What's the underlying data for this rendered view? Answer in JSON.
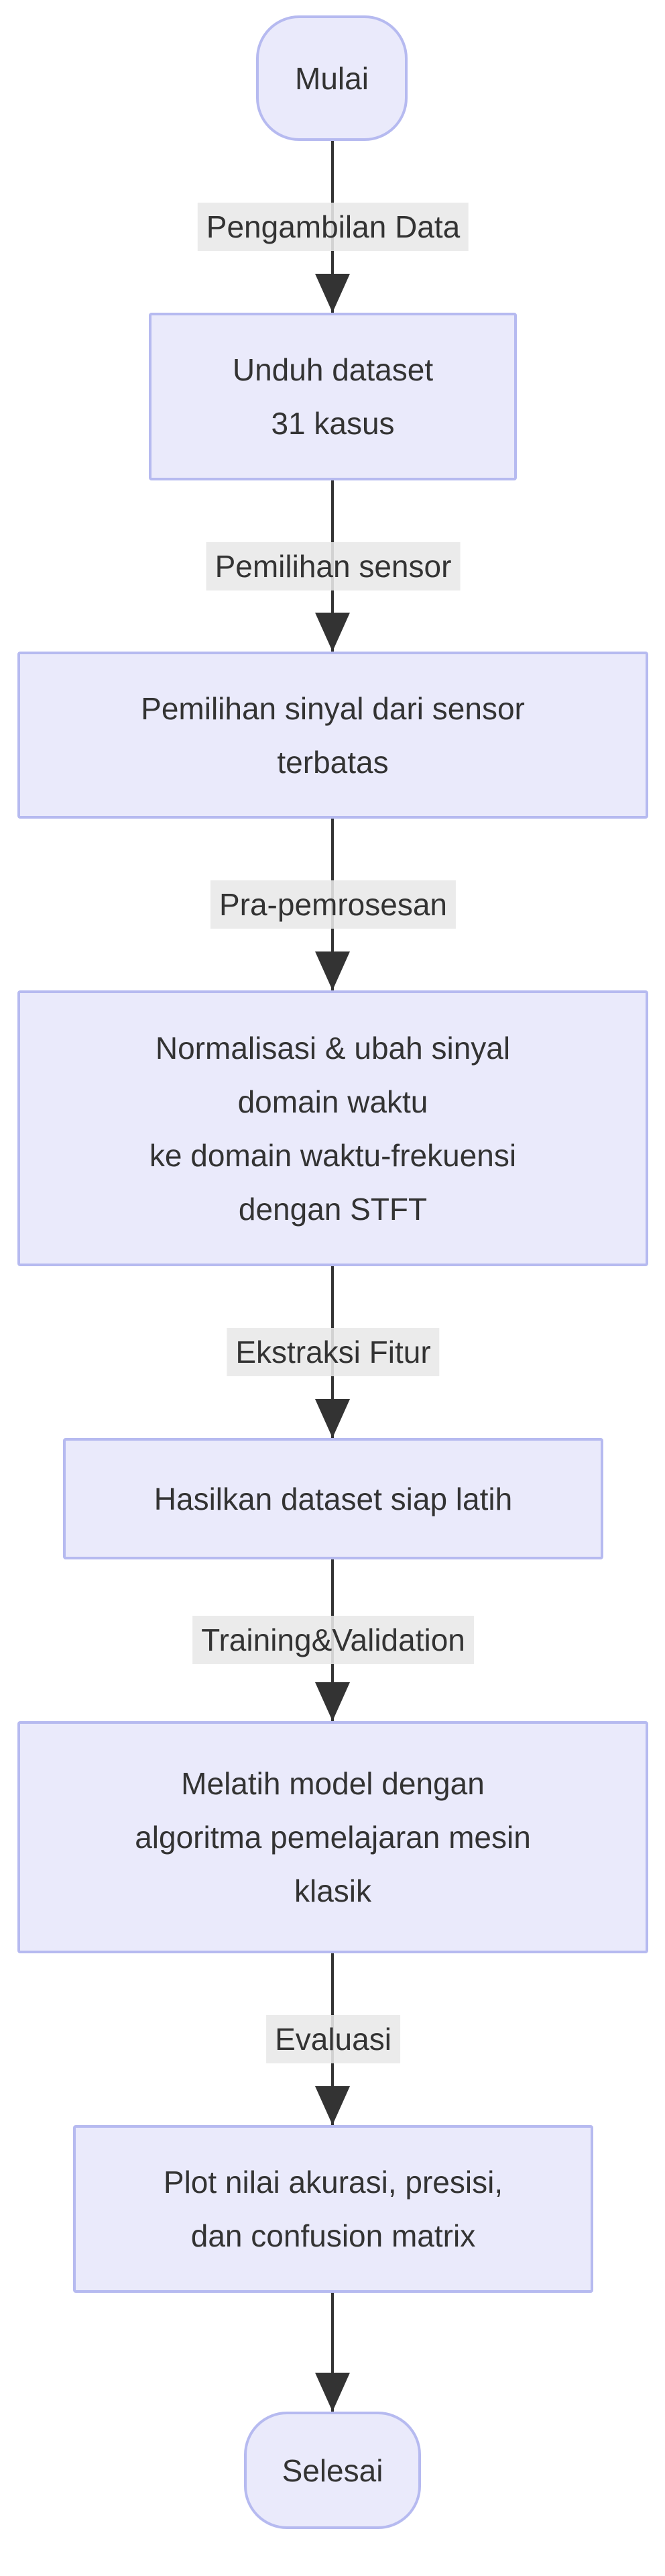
{
  "diagram": {
    "start_node": {
      "label": "Mulai"
    },
    "end_node": {
      "label": "Selesai"
    },
    "process_nodes": [
      {
        "id": "unduh-dataset",
        "lines": [
          "Unduh dataset",
          "31 kasus"
        ]
      },
      {
        "id": "pemilihan-sinyal",
        "lines": [
          "Pemilihan sinyal dari sensor",
          "terbatas"
        ]
      },
      {
        "id": "normalisasi-stft",
        "lines": [
          "Normalisasi & ubah sinyal",
          "domain waktu",
          "ke domain waktu-frekuensi",
          "dengan STFT"
        ]
      },
      {
        "id": "dataset-siap-latih",
        "lines": [
          "Hasilkan dataset siap latih"
        ]
      },
      {
        "id": "melatih-model",
        "lines": [
          "Melatih model dengan",
          "algoritma pemelajaran mesin",
          "klasik"
        ]
      },
      {
        "id": "plot-evaluasi",
        "lines": [
          "Plot nilai akurasi, presisi,",
          "dan confusion matrix"
        ]
      }
    ],
    "edge_labels": [
      {
        "label": "Pengambilan Data"
      },
      {
        "label": "Pemilihan sensor"
      },
      {
        "label": "Pra-pemrosesan"
      },
      {
        "label": "Ekstraksi Fitur"
      },
      {
        "label": "Training&Validation"
      },
      {
        "label": "Evaluasi"
      }
    ],
    "colors": {
      "background": "#ffffff",
      "node_fill": "#eaeafb",
      "node_border": "#b6baf0",
      "edge_color": "#333333",
      "label_bg": "rgba(232,232,232,0.88)",
      "text": "#333333"
    }
  }
}
